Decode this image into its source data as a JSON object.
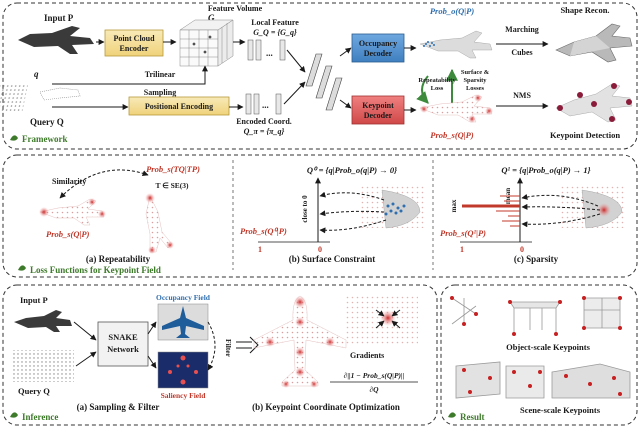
{
  "colors": {
    "occupancy_blue": "#2f6fb0",
    "keypoint_red": "#c0392b",
    "positional_yellow": "#f3dc8c",
    "encoder_yellow": "#f6e7a6",
    "decoder_blue": "#4f8fd0",
    "decoder_red": "#e05a5a",
    "section_green": "#3d7a2a"
  },
  "framework": {
    "input_p": "Input P",
    "query_q": "Query Q",
    "q_label": "q",
    "point_cloud_encoder": [
      "Point Cloud",
      "Encoder"
    ],
    "feature_volume": "Feature Volume",
    "g_label": "G",
    "local_feature": [
      "Local Feature",
      "G_Q = {G_q}"
    ],
    "trilinear_sampling": [
      "Trilinear",
      "Sampling"
    ],
    "positional_encoding": "Positional Encoding",
    "encoded_coord": [
      "Encoded Coord.",
      "Q_π = {π_q}"
    ],
    "occupancy_decoder": [
      "Occupancy",
      "Decoder"
    ],
    "keypoint_decoder": [
      "Keypoint",
      "Decoder"
    ],
    "prob_o": "Prob_o(Q|P)",
    "prob_s": "Prob_s(Q|P)",
    "repeatability_loss": [
      "Repeatability",
      "Loss"
    ],
    "surface_sparsity_losses": [
      "Surface &",
      "Sparsity",
      "Losses"
    ],
    "marching_cubes": [
      "Marching",
      "Cubes"
    ],
    "nms": "NMS",
    "shape_recon": "Shape  Recon.",
    "keypoint_detection": "Keypoint Detection",
    "section_title": "Framework"
  },
  "loss": {
    "similarity": "Similarity",
    "prob_s_tq": "Prob_s(TQ|TP)",
    "t_se3": "T ∈ SE(3)",
    "prob_s_qp": "Prob_s(Q|P)",
    "repeatability_caption": "(a) Repeatability",
    "q0_def": "Q⁰ = {q|Prob_o(q|P) → 0}",
    "close_to_0": "close to 0",
    "prob_s_q0": "Prob_s(Q⁰|P)",
    "axis_1": "1",
    "axis_0": "0",
    "surface_caption": "(b) Surface Constraint",
    "q1_def": "Q¹ = {q|Prob_o(q|P) → 1}",
    "mean": "mean",
    "max": "max",
    "prob_s_q1": "Prob_s(Q¹|P)",
    "sparsity_caption": "(c) Sparsity",
    "section_title": "Loss Functions for Keypoint Field"
  },
  "inference": {
    "input_p": "Input P",
    "query_q": "Query Q",
    "snake_network": [
      "SNAKE",
      "Network"
    ],
    "occupancy_field": "Occupancy Field",
    "saliency_field": "Saliency Field",
    "filter": "Filter",
    "sampling_caption": "(a) Sampling & Filter",
    "gradients": "Gradients",
    "grad_formula_num": "∂||1 − Prob_s(Q|P)||",
    "grad_formula_den": "∂Q",
    "optimization_caption": "(b) Keypoint Coordinate Optimization",
    "section_title": "Inference"
  },
  "result": {
    "object_scale": "Object-scale  Keypoints",
    "scene_scale": "Scene-scale  Keypoints",
    "section_title": "Result"
  }
}
